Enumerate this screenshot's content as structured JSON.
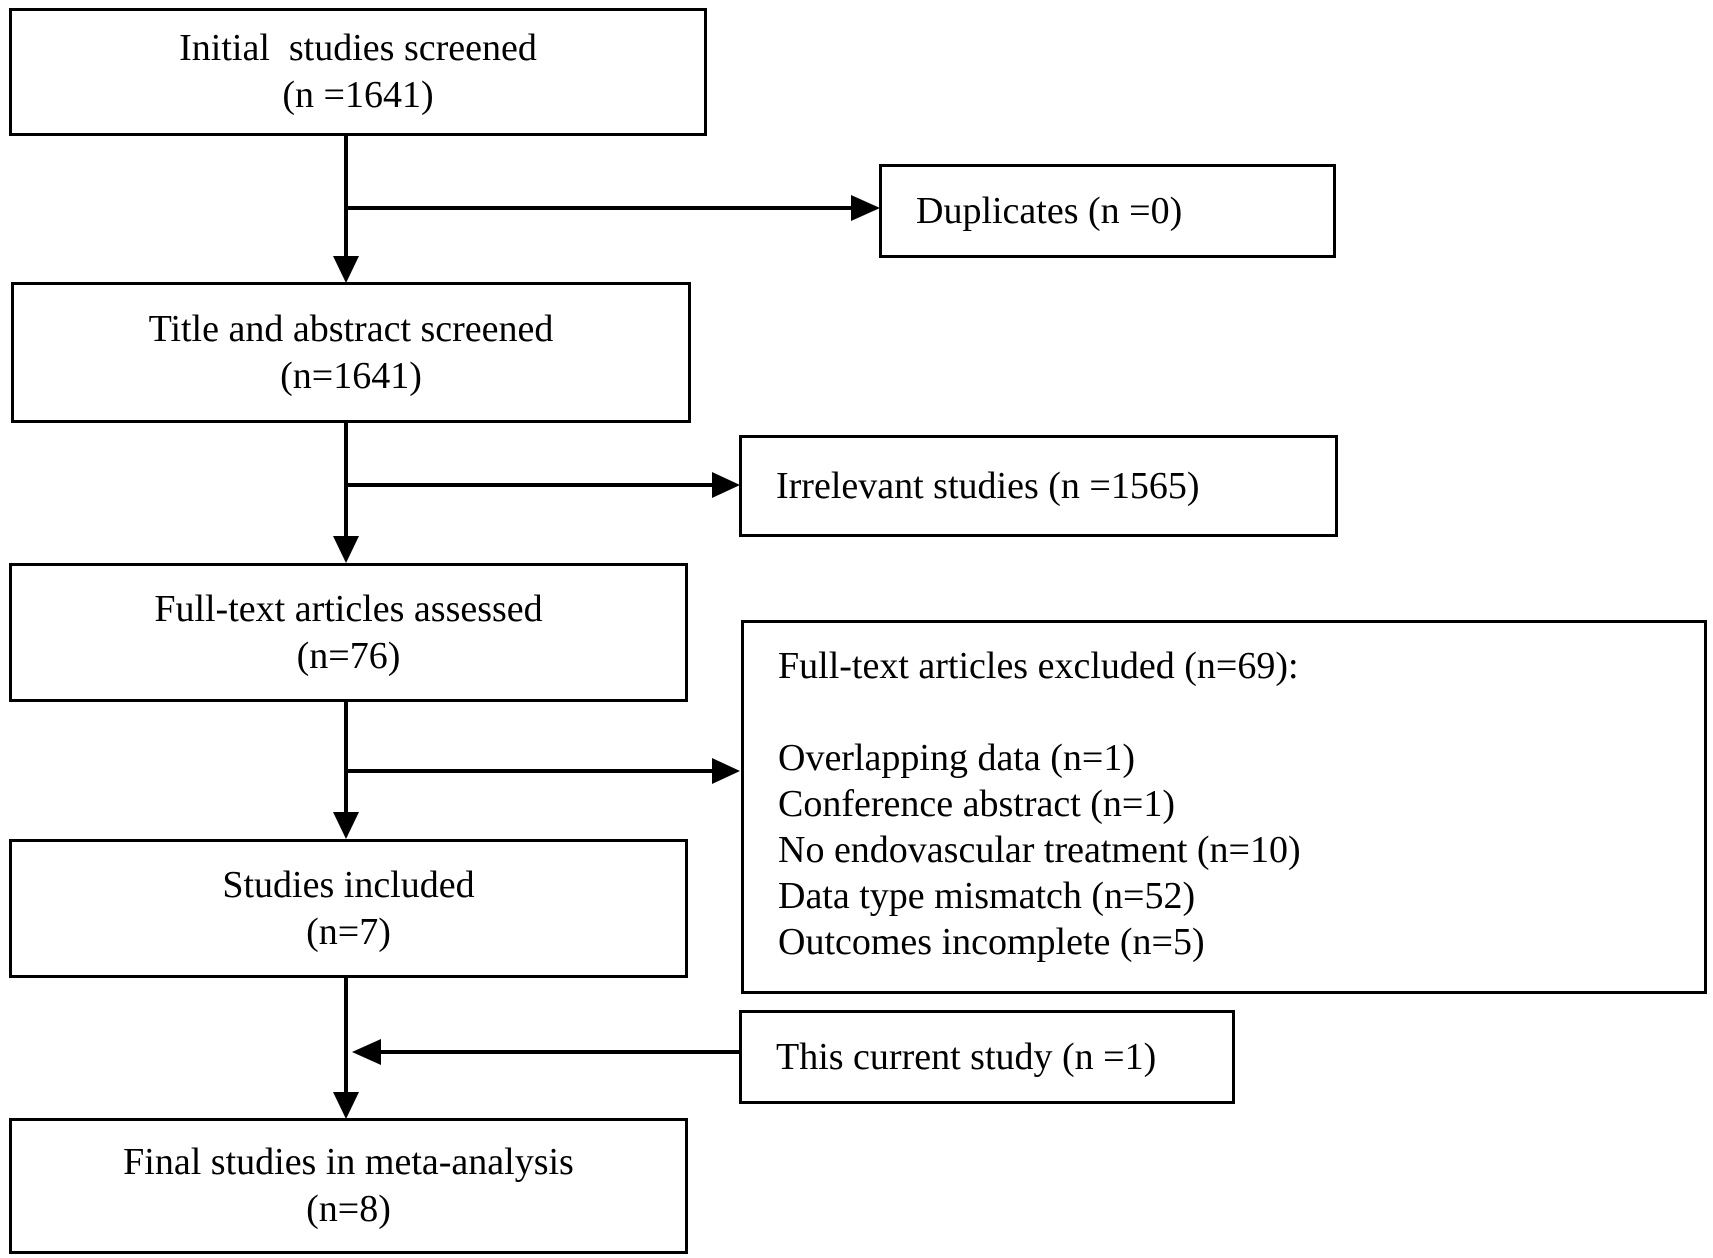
{
  "boxes": {
    "initial": {
      "line1": "Initial  studies screened",
      "line2": "(n =1641)"
    },
    "duplicates": {
      "line1": "Duplicates (n =0)"
    },
    "title_abstract": {
      "line1": "Title and abstract screened",
      "line2": "(n=1641)"
    },
    "irrelevant": {
      "line1": "Irrelevant studies (n =1565)"
    },
    "fulltext": {
      "line1": "Full-text articles assessed",
      "line2": "(n=76)"
    },
    "excluded": {
      "heading": "Full-text articles excluded (n=69):",
      "reasons": [
        "Overlapping data (n=1)",
        "Conference abstract (n=1)",
        "No endovascular treatment (n=10)",
        "Data type mismatch (n=52)",
        "Outcomes incomplete (n=5)"
      ]
    },
    "included": {
      "line1": "Studies included",
      "line2": "(n=7)"
    },
    "current": {
      "line1": "This current study (n =1)"
    },
    "final": {
      "line1": "Final studies in meta-analysis",
      "line2": "(n=8)"
    }
  }
}
